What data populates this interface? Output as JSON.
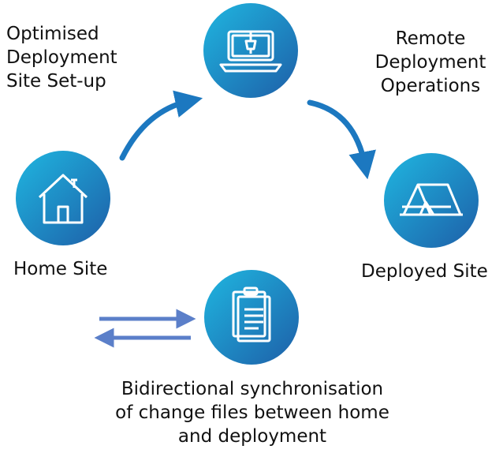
{
  "nodes": {
    "setup": {
      "icon": "laptop-icon",
      "label": "Optimised\nDeployment\nSite Set-up"
    },
    "remote": {
      "icon": "laptop-icon",
      "label": "Remote\nDeployment\nOperations"
    },
    "home": {
      "icon": "house-icon",
      "label": "Home Site"
    },
    "deployed": {
      "icon": "tent-icon",
      "label": "Deployed Site"
    },
    "sync": {
      "icon": "clipboard-icon",
      "label": "Bidirectional synchronisation\nof change files between home\nand deployment"
    }
  },
  "colors": {
    "circle_light": "#1fb6e0",
    "circle_dark": "#1e5fa8",
    "arrow_curve": "#1c78c0",
    "arrow_sync": "#5b7fc9"
  }
}
